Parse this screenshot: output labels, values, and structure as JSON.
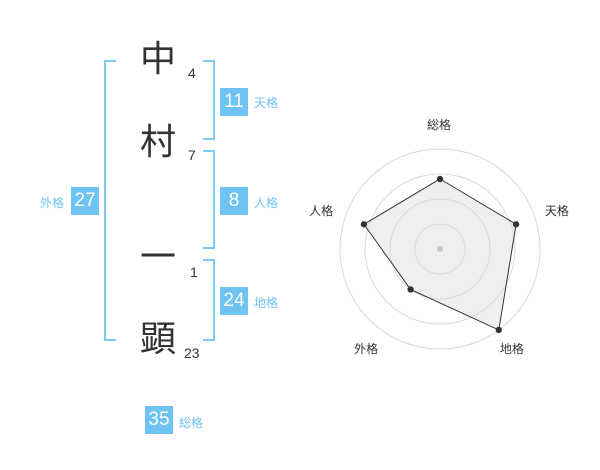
{
  "name": {
    "characters": [
      {
        "char": "中",
        "strokes": "4"
      },
      {
        "char": "村",
        "strokes": "7"
      },
      {
        "char": "一",
        "strokes": "1"
      },
      {
        "char": "顕",
        "strokes": "23"
      }
    ]
  },
  "fortunes": {
    "tenkaku": {
      "value": "11",
      "label": "天格"
    },
    "jinkaku": {
      "value": "8",
      "label": "人格"
    },
    "chikaku": {
      "value": "24",
      "label": "地格"
    },
    "gaikaku": {
      "value": "27",
      "label": "外格"
    },
    "soukaku": {
      "value": "35",
      "label": "総格"
    }
  },
  "colors": {
    "accent": "#6ec3f2",
    "bracket": "#7cc9f2",
    "text": "#333333",
    "radar_fill": "#efefef",
    "radar_ring": "#d9d9d9"
  },
  "chart_data": {
    "type": "radar",
    "axes": [
      "総格",
      "天格",
      "地格",
      "外格",
      "人格"
    ],
    "values": [
      0.7,
      0.8,
      1.0,
      0.5,
      0.8
    ],
    "max": 1.0,
    "rings": 4
  }
}
